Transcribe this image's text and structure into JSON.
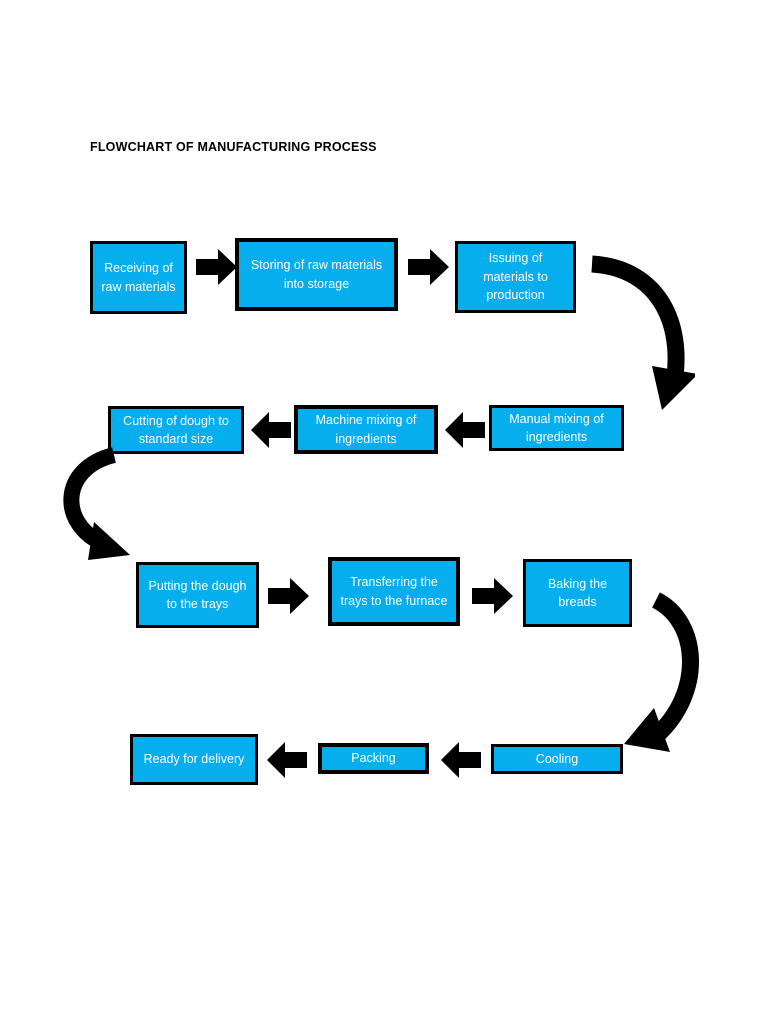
{
  "document": {
    "title": "FLOWCHART OF MANUFACTURING PROCESS"
  },
  "colors": {
    "node_fill": "#06AEEE",
    "node_border": "#000000",
    "node_text": "#FFFFFF",
    "arrow": "#000000",
    "background": "#FFFFFF"
  },
  "flowchart": {
    "type": "process-flow",
    "direction": "serpentine",
    "rows": [
      {
        "row_index": 1,
        "flow": "left-to-right",
        "nodes": [
          {
            "id": "receiving-of-raw-materials",
            "label": "Receiving of raw materials"
          },
          {
            "id": "storing-of-raw-materials-into-storage",
            "label": "Storing of raw materials into storage"
          },
          {
            "id": "issuing-of-materials-to-production",
            "label": "Issuing of materials to production"
          }
        ]
      },
      {
        "row_index": 2,
        "flow": "right-to-left",
        "nodes": [
          {
            "id": "cutting-of-dough-to-standard-size",
            "label": "Cutting of dough to standard size"
          },
          {
            "id": "machine-mixing-of-ingredients",
            "label": "Machine mixing of ingredients"
          },
          {
            "id": "manual-mixing-of-ingredients",
            "label": "Manual mixing of ingredients"
          }
        ]
      },
      {
        "row_index": 3,
        "flow": "left-to-right",
        "nodes": [
          {
            "id": "putting-the-dough-to-the-trays",
            "label": "Putting the dough to the trays"
          },
          {
            "id": "transferring-the-trays-to-the-furnace",
            "label": "Transferring the trays to the furnace"
          },
          {
            "id": "baking-the-breads",
            "label": "Baking the breads"
          }
        ]
      },
      {
        "row_index": 4,
        "flow": "right-to-left",
        "nodes": [
          {
            "id": "ready-for-delivery",
            "label": "Ready for delivery"
          },
          {
            "id": "packing",
            "label": "Packing"
          },
          {
            "id": "cooling",
            "label": "Cooling"
          }
        ]
      }
    ],
    "connectors": [
      {
        "id": "arrow-receiving-to-storing",
        "kind": "straight",
        "direction": "right"
      },
      {
        "id": "arrow-storing-to-issuing",
        "kind": "straight",
        "direction": "right"
      },
      {
        "id": "curve-issuing-to-manual-mixing",
        "kind": "curved",
        "direction": "down-left"
      },
      {
        "id": "arrow-manual-to-machine-mixing",
        "kind": "straight",
        "direction": "left"
      },
      {
        "id": "arrow-machine-mixing-to-cutting",
        "kind": "straight",
        "direction": "left"
      },
      {
        "id": "curve-cutting-to-putting-dough",
        "kind": "curved",
        "direction": "down-right"
      },
      {
        "id": "arrow-putting-to-transferring",
        "kind": "straight",
        "direction": "right"
      },
      {
        "id": "arrow-transferring-to-baking",
        "kind": "straight",
        "direction": "right"
      },
      {
        "id": "curve-baking-to-cooling",
        "kind": "curved",
        "direction": "down-left"
      },
      {
        "id": "arrow-cooling-to-packing",
        "kind": "straight",
        "direction": "left"
      },
      {
        "id": "arrow-packing-to-ready",
        "kind": "straight",
        "direction": "left"
      }
    ]
  }
}
